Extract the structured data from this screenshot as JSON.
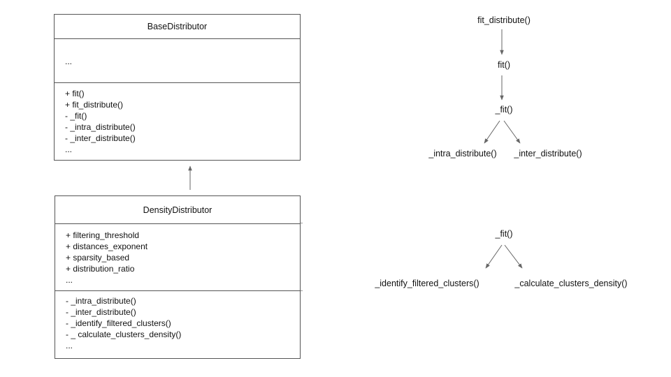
{
  "base_class": {
    "name": "BaseDistributor",
    "attributes": [
      "..."
    ],
    "methods": [
      "+ fit()",
      "+ fit_distribute()",
      "- _fit()",
      "- _intra_distribute()",
      "- _inter_distribute()",
      "..."
    ]
  },
  "density_class": {
    "name": "DensityDistributor",
    "attributes": [
      "+ filtering_threshold",
      "+ distances_exponent",
      "+ sparsity_based",
      "+ distribution_ratio",
      "..."
    ],
    "methods": [
      "- _intra_distribute()",
      "- _inter_distribute()",
      "- _identify_filtered_clusters()",
      "- _ calculate_clusters_density()",
      "..."
    ]
  },
  "call_tree_base": {
    "root": "fit_distribute()",
    "level1": "fit()",
    "level2": "_fit()",
    "leaf_left": "_intra_distribute()",
    "leaf_right": "_inter_distribute()"
  },
  "call_tree_density": {
    "root": "_fit()",
    "leaf_left": "_identify_filtered_clusters()",
    "leaf_right": "_calculate_clusters_density()"
  },
  "colors": {
    "border": "#555555",
    "arrow": "#666666",
    "text": "#111111"
  }
}
